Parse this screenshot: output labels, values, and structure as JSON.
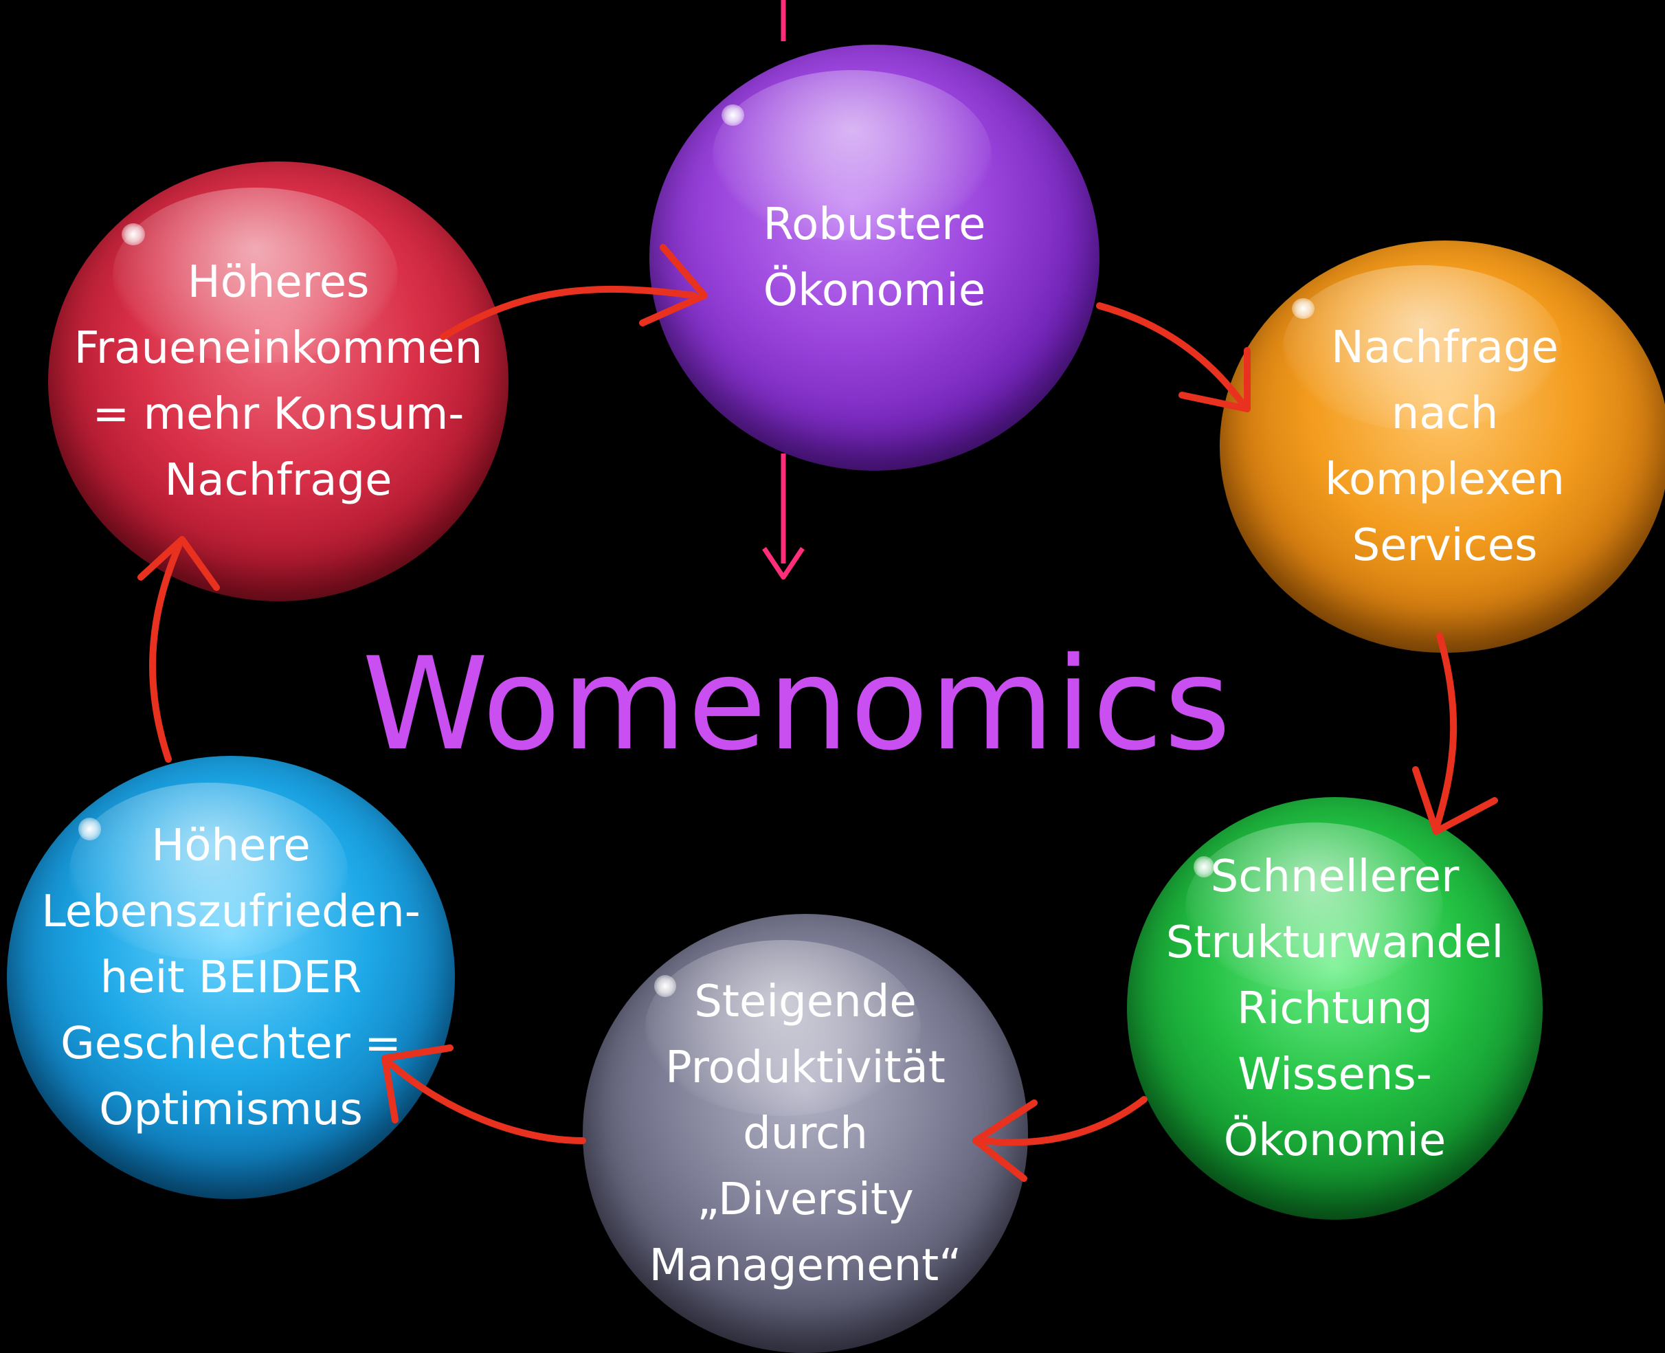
{
  "diagram": {
    "title": "Womenomics",
    "colors": {
      "background": "#000000",
      "title": "#c94ff0",
      "cycle_arrow": "#e8321f",
      "feedback_arrow": "#ff2d7a",
      "label_text": "#ffffff"
    },
    "nodes": [
      {
        "id": "purple",
        "color": "#9a44dc",
        "label": "Robustere\nÖkonomie"
      },
      {
        "id": "orange",
        "color": "#f39c1e",
        "label": "Nachfrage\nnach\nkomplexen\nServices"
      },
      {
        "id": "green",
        "color": "#23c043",
        "label": "Schnellerer\nStrukturwandel\nRichtung\nWissens-\nÖkonomie"
      },
      {
        "id": "gray",
        "color": "#7f7f97",
        "label": "Steigende\nProduktivität\ndurch\n„Diversity\nManagement“"
      },
      {
        "id": "blue",
        "color": "#1ea8e7",
        "label": "Höhere\nLebenszufrieden-\nheit BEIDER\nGeschlechter =\nOptimismus"
      },
      {
        "id": "red",
        "color": "#d93048",
        "label": "Höheres\nFraueneinkommen\n= mehr Konsum-\nNachfrage"
      }
    ],
    "edges": [
      {
        "from": "red",
        "to": "purple",
        "style": "cycle"
      },
      {
        "from": "purple",
        "to": "orange",
        "style": "cycle"
      },
      {
        "from": "orange",
        "to": "green",
        "style": "cycle"
      },
      {
        "from": "green",
        "to": "gray",
        "style": "cycle"
      },
      {
        "from": "gray",
        "to": "blue",
        "style": "cycle"
      },
      {
        "from": "blue",
        "to": "red",
        "style": "cycle"
      },
      {
        "from": "purple",
        "to": "title",
        "style": "feedback"
      }
    ]
  }
}
